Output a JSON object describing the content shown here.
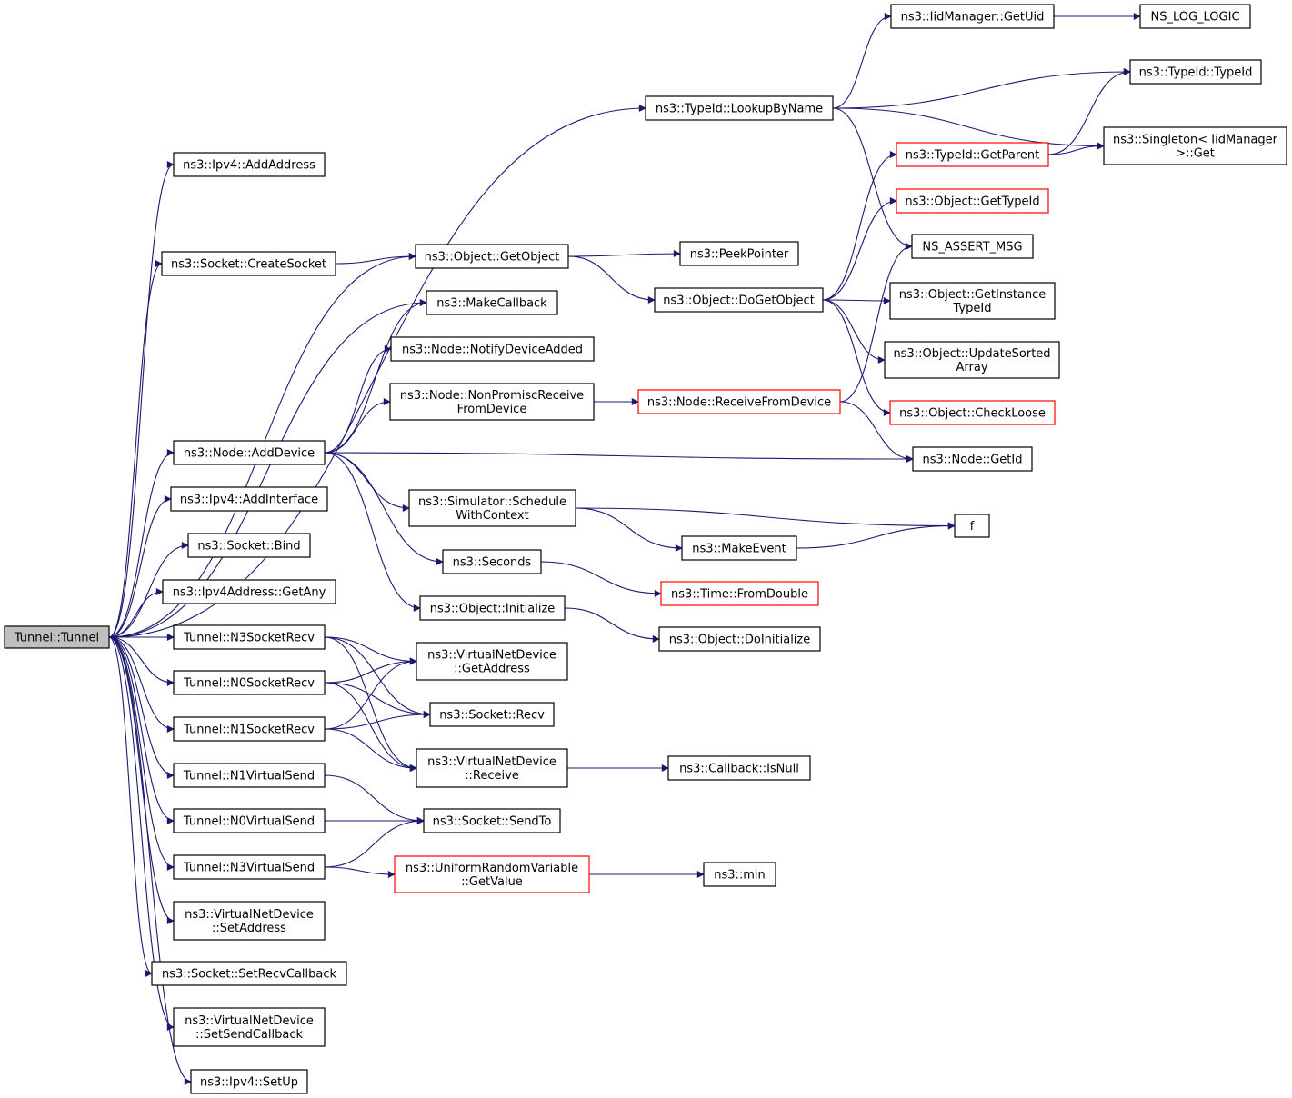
{
  "colors": {
    "edge": "#191970",
    "node_border": "#000000",
    "incomplete_node_border": "#ff0000",
    "root_fill": "#bfbfbf",
    "node_fill": "#ffffff"
  },
  "nodes": {
    "root": {
      "lines": [
        "Tunnel::Tunnel"
      ],
      "style": "root"
    },
    "ipv4_addaddress": {
      "lines": [
        "ns3::Ipv4::AddAddress"
      ]
    },
    "socket_createsocket": {
      "lines": [
        "ns3::Socket::CreateSocket"
      ]
    },
    "node_adddevice": {
      "lines": [
        "ns3::Node::AddDevice"
      ]
    },
    "ipv4_addinterface": {
      "lines": [
        "ns3::Ipv4::AddInterface"
      ]
    },
    "socket_bind": {
      "lines": [
        "ns3::Socket::Bind"
      ]
    },
    "ipv4address_getany": {
      "lines": [
        "ns3::Ipv4Address::GetAny"
      ]
    },
    "n3socketrecv": {
      "lines": [
        "Tunnel::N3SocketRecv"
      ]
    },
    "n0socketrecv": {
      "lines": [
        "Tunnel::N0SocketRecv"
      ]
    },
    "n1socketrecv": {
      "lines": [
        "Tunnel::N1SocketRecv"
      ]
    },
    "n1virtualsend": {
      "lines": [
        "Tunnel::N1VirtualSend"
      ]
    },
    "n0virtualsend": {
      "lines": [
        "Tunnel::N0VirtualSend"
      ]
    },
    "n3virtualsend": {
      "lines": [
        "Tunnel::N3VirtualSend"
      ]
    },
    "vnd_setaddress": {
      "lines": [
        "ns3::VirtualNetDevice",
        "::SetAddress"
      ]
    },
    "socket_setrecvcallback": {
      "lines": [
        "ns3::Socket::SetRecvCallback"
      ]
    },
    "vnd_setsendcallback": {
      "lines": [
        "ns3::VirtualNetDevice",
        "::SetSendCallback"
      ]
    },
    "ipv4_setup": {
      "lines": [
        "ns3::Ipv4::SetUp"
      ]
    },
    "object_getobject": {
      "lines": [
        "ns3::Object::GetObject"
      ]
    },
    "makecallback": {
      "lines": [
        "ns3::MakeCallback"
      ]
    },
    "node_notifydeviceadded": {
      "lines": [
        "ns3::Node::NotifyDeviceAdded"
      ]
    },
    "node_nonpromiscreceive": {
      "lines": [
        "ns3::Node::NonPromiscReceive",
        "FromDevice"
      ]
    },
    "simulator_schedulewithcontext": {
      "lines": [
        "ns3::Simulator::Schedule",
        "WithContext"
      ]
    },
    "seconds": {
      "lines": [
        "ns3::Seconds"
      ]
    },
    "object_initialize": {
      "lines": [
        "ns3::Object::Initialize"
      ]
    },
    "vnd_getaddress": {
      "lines": [
        "ns3::VirtualNetDevice",
        "::GetAddress"
      ]
    },
    "socket_recv": {
      "lines": [
        "ns3::Socket::Recv"
      ]
    },
    "vnd_receive": {
      "lines": [
        "ns3::VirtualNetDevice",
        "::Receive"
      ]
    },
    "socket_sendto": {
      "lines": [
        "ns3::Socket::SendTo"
      ]
    },
    "uniform_getvalue": {
      "lines": [
        "ns3::UniformRandomVariable",
        "::GetValue"
      ],
      "style": "red"
    },
    "typeid_lookupbyname": {
      "lines": [
        "ns3::TypeId::LookupByName"
      ]
    },
    "peekpointer": {
      "lines": [
        "ns3::PeekPointer"
      ]
    },
    "object_dogetobject": {
      "lines": [
        "ns3::Object::DoGetObject"
      ]
    },
    "node_receivefromdevice": {
      "lines": [
        "ns3::Node::ReceiveFromDevice"
      ],
      "style": "red"
    },
    "makeevent": {
      "lines": [
        "ns3::MakeEvent"
      ]
    },
    "time_fromdouble": {
      "lines": [
        "ns3::Time::FromDouble"
      ],
      "style": "red"
    },
    "object_doinitialize": {
      "lines": [
        "ns3::Object::DoInitialize"
      ]
    },
    "callback_isnull": {
      "lines": [
        "ns3::Callback::IsNull"
      ]
    },
    "min": {
      "lines": [
        "ns3::min"
      ]
    },
    "iidmanager_getuid": {
      "lines": [
        "ns3::IidManager::GetUid"
      ]
    },
    "typeid_getparent": {
      "lines": [
        "ns3::TypeId::GetParent"
      ],
      "style": "red"
    },
    "object_gettypeid": {
      "lines": [
        "ns3::Object::GetTypeId"
      ],
      "style": "red"
    },
    "ns_assert_msg": {
      "lines": [
        "NS_ASSERT_MSG"
      ]
    },
    "object_getinstancetypeid": {
      "lines": [
        "ns3::Object::GetInstance",
        "TypeId"
      ]
    },
    "object_updatesortedarray": {
      "lines": [
        "ns3::Object::UpdateSorted",
        "Array"
      ]
    },
    "object_checkloose": {
      "lines": [
        "ns3::Object::CheckLoose"
      ],
      "style": "red"
    },
    "node_getid": {
      "lines": [
        "ns3::Node::GetId"
      ]
    },
    "f": {
      "lines": [
        "f"
      ]
    },
    "ns_log_logic": {
      "lines": [
        "NS_LOG_LOGIC"
      ]
    },
    "typeid_typeid": {
      "lines": [
        "ns3::TypeId::TypeId"
      ]
    },
    "singleton_get": {
      "lines": [
        "ns3::Singleton< IidManager",
        " >::Get"
      ]
    }
  },
  "edges": [
    [
      "root",
      "ipv4_addaddress"
    ],
    [
      "root",
      "typeid_lookupbyname"
    ],
    [
      "root",
      "socket_createsocket"
    ],
    [
      "root",
      "object_getobject"
    ],
    [
      "root",
      "makecallback"
    ],
    [
      "root",
      "node_adddevice"
    ],
    [
      "root",
      "ipv4_addinterface"
    ],
    [
      "root",
      "socket_bind"
    ],
    [
      "root",
      "ipv4address_getany"
    ],
    [
      "root",
      "n3socketrecv"
    ],
    [
      "root",
      "n0socketrecv"
    ],
    [
      "root",
      "n1socketrecv"
    ],
    [
      "root",
      "n1virtualsend"
    ],
    [
      "root",
      "n0virtualsend"
    ],
    [
      "root",
      "n3virtualsend"
    ],
    [
      "root",
      "vnd_setaddress"
    ],
    [
      "root",
      "socket_setrecvcallback"
    ],
    [
      "root",
      "vnd_setsendcallback"
    ],
    [
      "root",
      "ipv4_setup"
    ],
    [
      "socket_createsocket",
      "object_getobject"
    ],
    [
      "node_adddevice",
      "makecallback"
    ],
    [
      "node_adddevice",
      "node_notifydeviceadded"
    ],
    [
      "node_adddevice",
      "node_nonpromiscreceive"
    ],
    [
      "node_adddevice",
      "node_getid"
    ],
    [
      "node_adddevice",
      "simulator_schedulewithcontext"
    ],
    [
      "node_adddevice",
      "seconds"
    ],
    [
      "node_adddevice",
      "object_initialize"
    ],
    [
      "n3socketrecv",
      "vnd_getaddress"
    ],
    [
      "n3socketrecv",
      "socket_recv"
    ],
    [
      "n3socketrecv",
      "vnd_receive"
    ],
    [
      "n0socketrecv",
      "vnd_getaddress"
    ],
    [
      "n0socketrecv",
      "socket_recv"
    ],
    [
      "n0socketrecv",
      "vnd_receive"
    ],
    [
      "n1socketrecv",
      "vnd_getaddress"
    ],
    [
      "n1socketrecv",
      "socket_recv"
    ],
    [
      "n1socketrecv",
      "vnd_receive"
    ],
    [
      "n1virtualsend",
      "socket_sendto"
    ],
    [
      "n0virtualsend",
      "socket_sendto"
    ],
    [
      "n3virtualsend",
      "socket_sendto"
    ],
    [
      "n3virtualsend",
      "uniform_getvalue"
    ],
    [
      "object_getobject",
      "peekpointer"
    ],
    [
      "object_getobject",
      "object_dogetobject"
    ],
    [
      "node_nonpromiscreceive",
      "node_receivefromdevice"
    ],
    [
      "simulator_schedulewithcontext",
      "f"
    ],
    [
      "simulator_schedulewithcontext",
      "makeevent"
    ],
    [
      "seconds",
      "time_fromdouble"
    ],
    [
      "object_initialize",
      "object_doinitialize"
    ],
    [
      "vnd_receive",
      "callback_isnull"
    ],
    [
      "uniform_getvalue",
      "min"
    ],
    [
      "typeid_lookupbyname",
      "iidmanager_getuid"
    ],
    [
      "typeid_lookupbyname",
      "typeid_typeid"
    ],
    [
      "typeid_lookupbyname",
      "singleton_get"
    ],
    [
      "typeid_lookupbyname",
      "ns_assert_msg"
    ],
    [
      "object_dogetobject",
      "typeid_getparent"
    ],
    [
      "object_dogetobject",
      "object_gettypeid"
    ],
    [
      "object_dogetobject",
      "object_getinstancetypeid"
    ],
    [
      "object_dogetobject",
      "object_updatesortedarray"
    ],
    [
      "object_dogetobject",
      "object_checkloose"
    ],
    [
      "node_receivefromdevice",
      "ns_assert_msg"
    ],
    [
      "node_receivefromdevice",
      "node_getid"
    ],
    [
      "makeevent",
      "f"
    ],
    [
      "iidmanager_getuid",
      "ns_log_logic"
    ],
    [
      "typeid_getparent",
      "typeid_typeid"
    ],
    [
      "typeid_getparent",
      "singleton_get"
    ]
  ]
}
